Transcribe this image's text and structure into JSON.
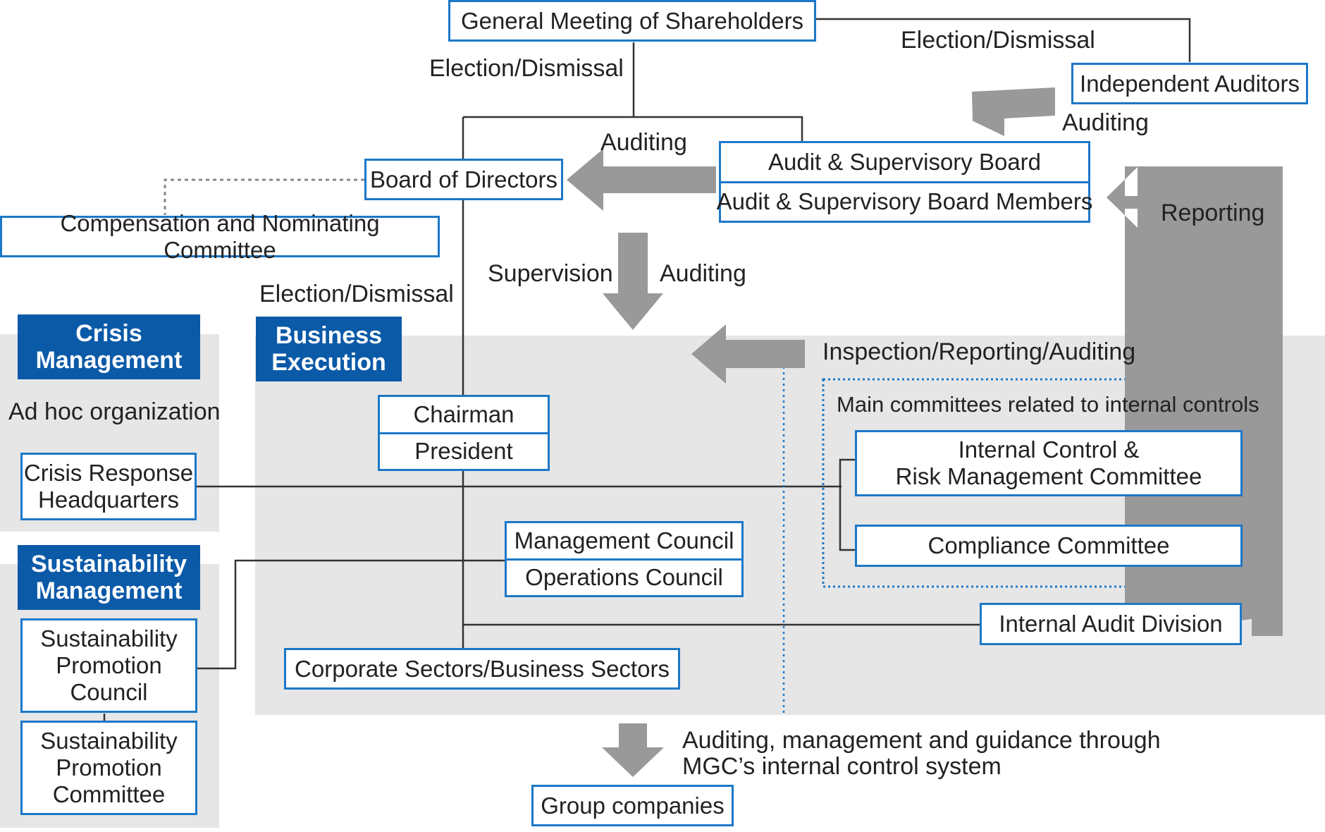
{
  "colors": {
    "box_border": "#1c78c8",
    "heading_fill": "#0b5aa8",
    "arrow_fill": "#999999",
    "panel_fill": "#e6e6e6",
    "line": "#333333",
    "dotted_line": "#888888",
    "committee_outline": "#1c78c8"
  },
  "boxes": {
    "shareholders": "General Meeting of Shareholders",
    "independent_auditors": "Independent Auditors",
    "board": "Board of Directors",
    "audit_board": "Audit & Supervisory Board",
    "audit_members": "Audit & Supervisory Board Members",
    "compensation": "Compensation and Nominating Committee",
    "chairman": "Chairman",
    "president": "President",
    "crisis_hq": "Crisis Response\nHeadquarters",
    "internal_control": "Internal Control &\nRisk Management Committee",
    "compliance": "Compliance Committee",
    "management_council": "Management Council",
    "operations_council": "Operations Council",
    "internal_audit": "Internal Audit Division",
    "sectors": "Corporate Sectors/Business Sectors",
    "sust_council": "Sustainability\nPromotion\nCouncil",
    "sust_committee": "Sustainability\nPromotion\nCommittee",
    "group": "Group companies"
  },
  "headings": {
    "crisis": "Crisis\nManagement",
    "business": "Business\nExecution",
    "sustainability": "Sustainability\nManagement"
  },
  "labels": {
    "election_1": "Election/Dismissal",
    "election_2": "Election/Dismissal",
    "election_3": "Election/Dismissal",
    "auditing_1": "Auditing",
    "auditing_2": "Auditing",
    "auditing_3": "Auditing",
    "reporting": "Reporting",
    "supervision": "Supervision",
    "inspection": "Inspection/Reporting/Auditing",
    "adhoc": "Ad hoc organization",
    "main_committees": "Main committees related to internal controls",
    "group_note": "Auditing, management and guidance through\nMGC’s internal control system"
  }
}
